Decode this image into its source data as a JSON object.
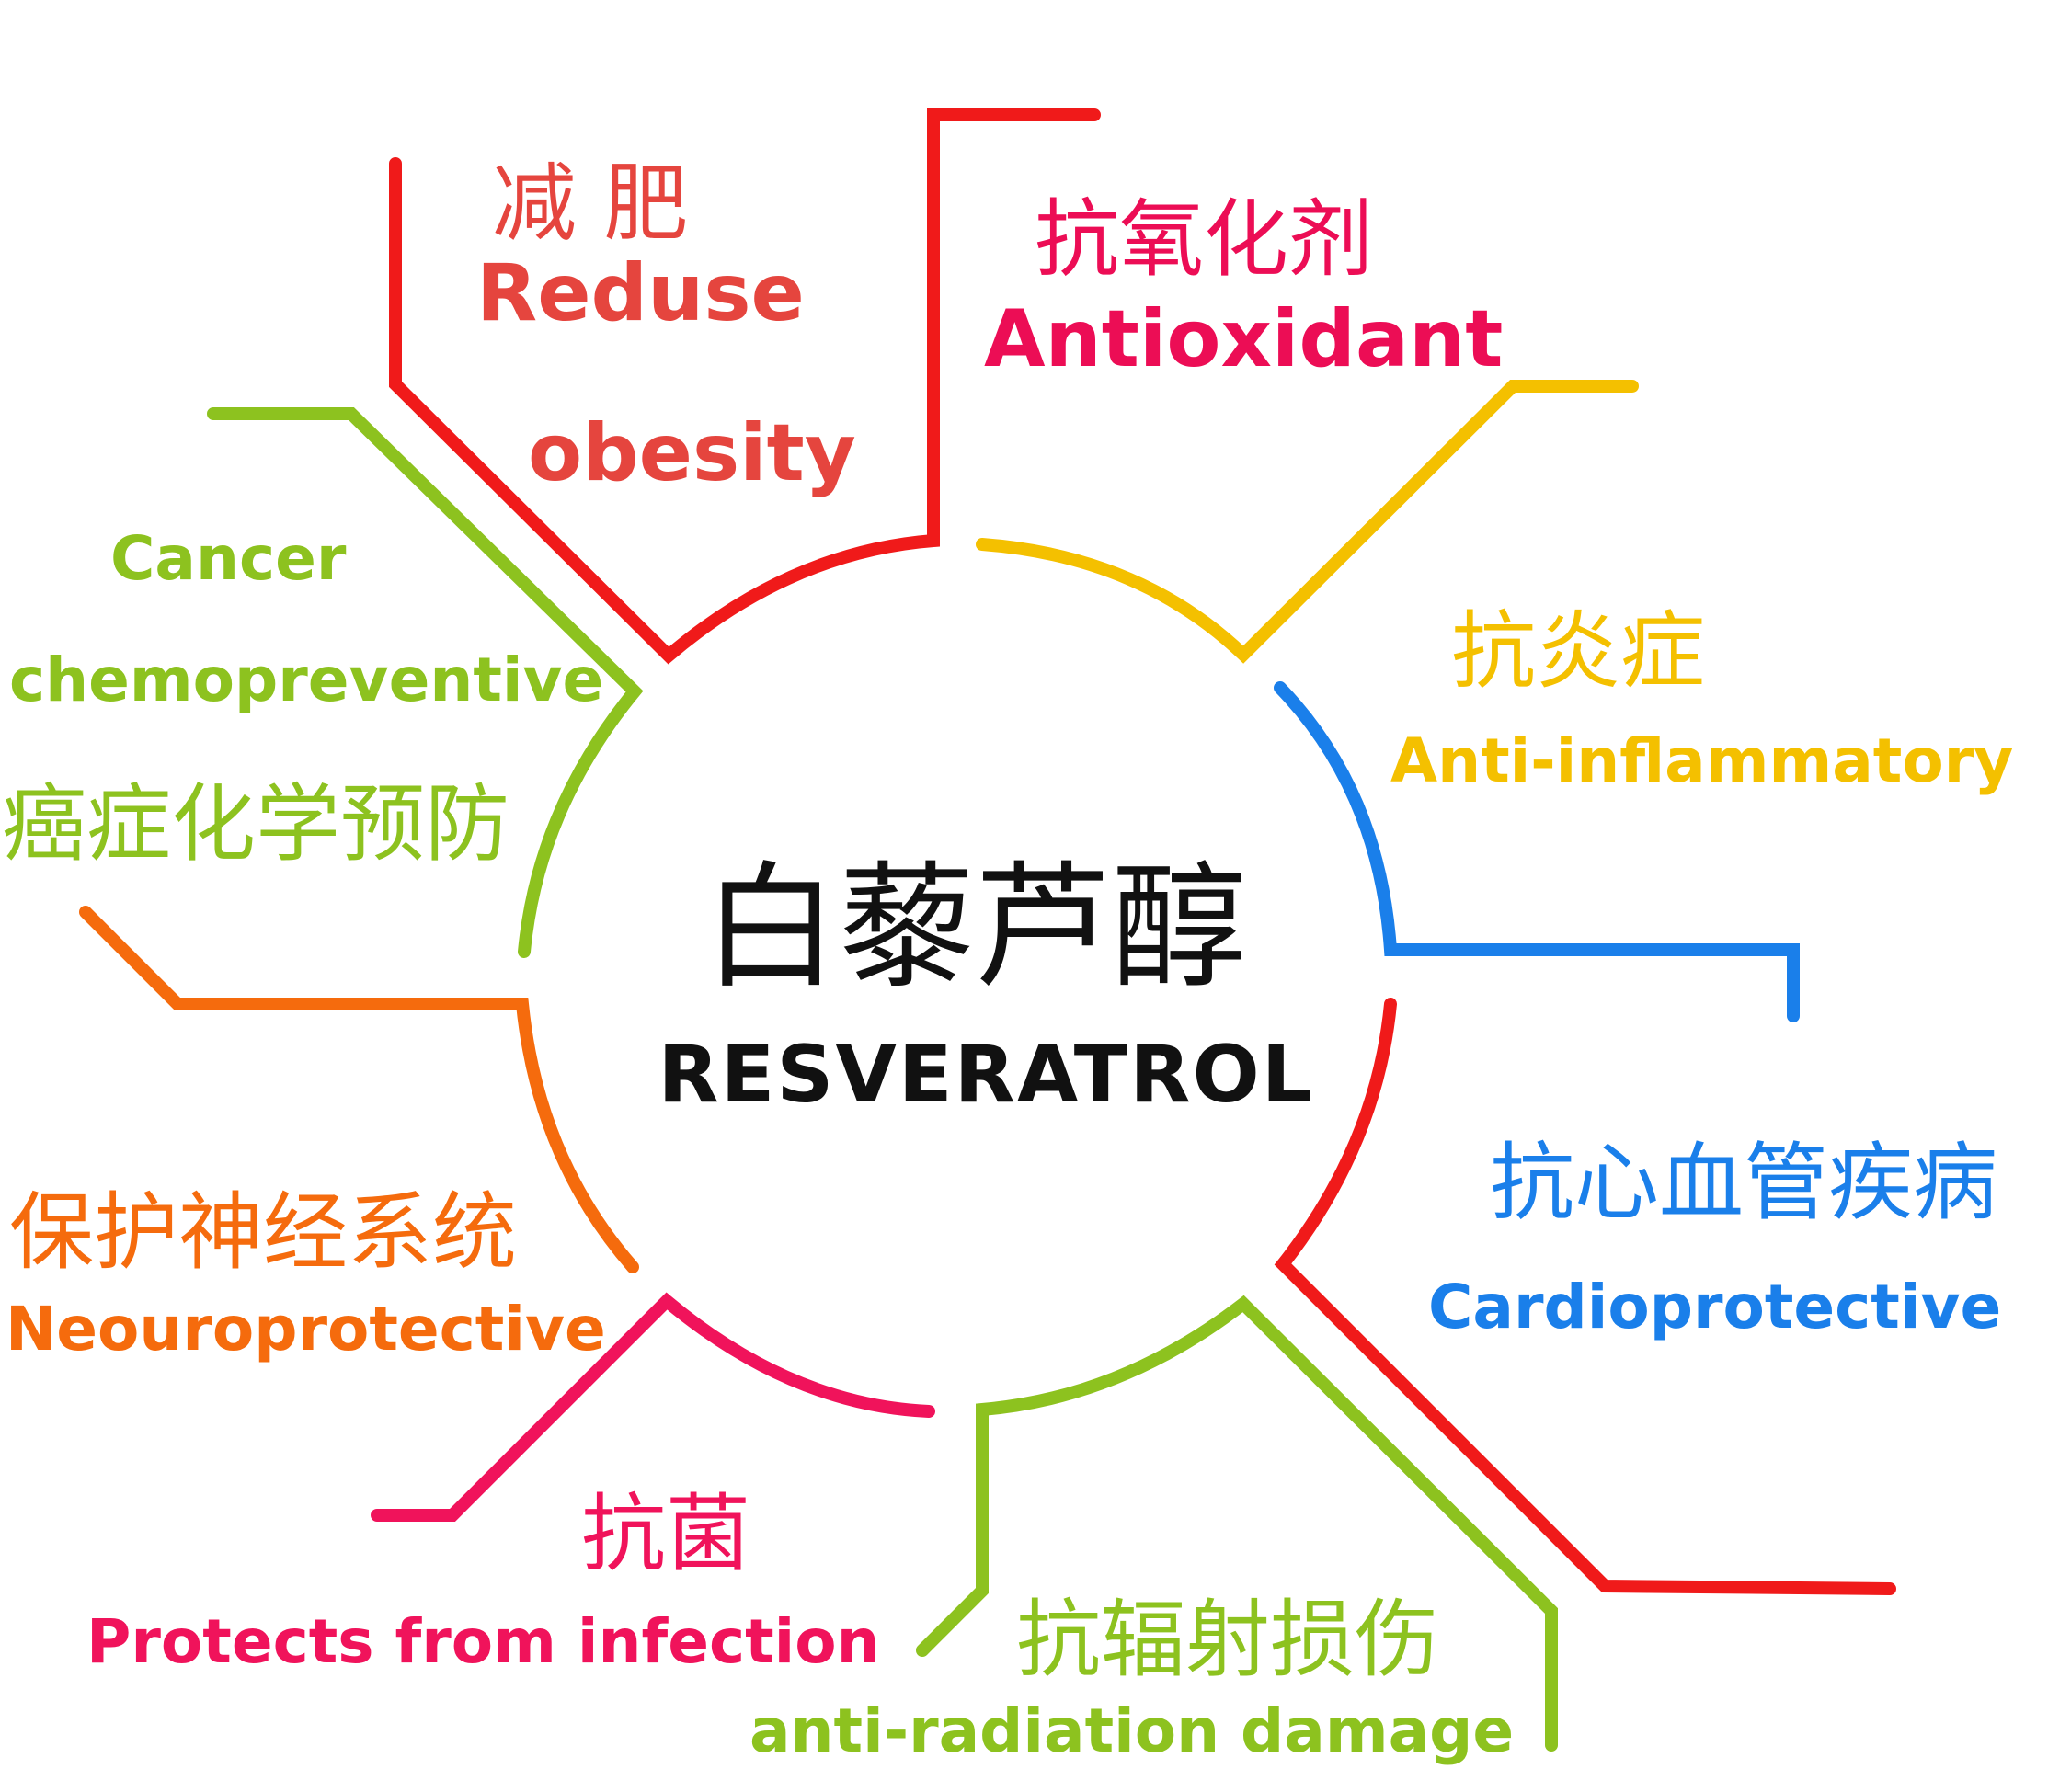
{
  "center": {
    "zh": "白藜芦醇",
    "en": "RESVERATROL"
  },
  "colors": {
    "red": "#f01a1a",
    "salmon": "#e5453e",
    "crimson": "#ec0d55",
    "yellow": "#f4c000",
    "blue": "#1a7fea",
    "green": "#8dc21f",
    "orange": "#f56b0d",
    "pink": "#f0135b",
    "dark": "#111111"
  },
  "branches": {
    "obesity": {
      "zh": "减 肥",
      "en_line1": "Reduse",
      "en_line2": "obesity"
    },
    "antioxidant": {
      "zh": "抗氧化剂",
      "en": "Antioxidant"
    },
    "anti_inflammatory": {
      "zh": "抗炎症",
      "en": "Anti-inflammatory"
    },
    "cardioprotective": {
      "zh": "抗心血管疾病",
      "en": "Cardioprotective"
    },
    "cancer": {
      "en_line1": "Cancer",
      "en_line2": "chemopreventive",
      "zh": "癌症化学预防"
    },
    "neuroprotective": {
      "zh": "保护神经系统",
      "en": "Neouroprotective"
    },
    "infection": {
      "zh": "抗菌",
      "en": "Protects from infection"
    },
    "radiation": {
      "zh": "抗辐射损伤",
      "en": "anti-radiation damage"
    }
  }
}
